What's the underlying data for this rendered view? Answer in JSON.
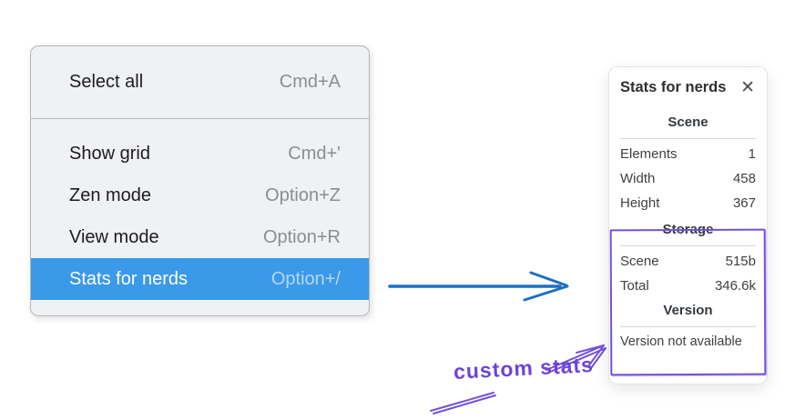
{
  "colors": {
    "menu_highlight": "#3a99e9",
    "arrow_blue": "#1f6fc0",
    "violet": "#7450d8"
  },
  "menu": {
    "groups": [
      {
        "items": [
          {
            "label": "Select all",
            "shortcut": "Cmd+A"
          }
        ]
      },
      {
        "items": [
          {
            "label": "Show grid",
            "shortcut": "Cmd+'"
          },
          {
            "label": "Zen mode",
            "shortcut": "Option+Z"
          },
          {
            "label": "View mode",
            "shortcut": "Option+R"
          },
          {
            "label": "Stats for nerds",
            "shortcut": "Option+/",
            "active": true
          }
        ]
      }
    ]
  },
  "panel": {
    "title": "Stats for nerds",
    "close_glyph": "✕",
    "sections": [
      {
        "heading": "Scene",
        "rows": [
          {
            "label": "Elements",
            "value": "1"
          },
          {
            "label": "Width",
            "value": "458"
          },
          {
            "label": "Height",
            "value": "367"
          }
        ]
      },
      {
        "heading": "Storage",
        "rows": [
          {
            "label": "Scene",
            "value": "515b"
          },
          {
            "label": "Total",
            "value": "346.6k"
          }
        ]
      },
      {
        "heading": "Version",
        "note": "Version not available"
      }
    ]
  },
  "annotation": {
    "text": "custom stats"
  }
}
